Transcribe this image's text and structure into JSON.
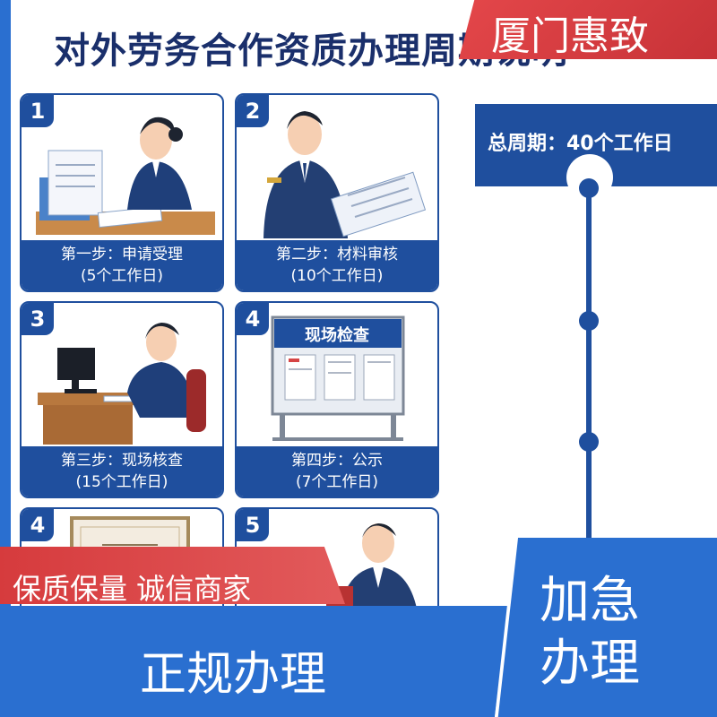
{
  "header": {
    "title": "对外劳务合作资质办理周期说明",
    "brand": "厦门惠致"
  },
  "steps": [
    {
      "number": "1",
      "label": "第一步：申请受理",
      "duration": "(5个工作日)"
    },
    {
      "number": "2",
      "label": "第二步：材料审核",
      "duration": "(10个工作日)"
    },
    {
      "number": "3",
      "label": "第三步：现场核查",
      "duration": "(15个工作日)"
    },
    {
      "number": "4",
      "label": "第四步：公示",
      "duration": "(7个工作日)",
      "board_title": "现场检查"
    },
    {
      "number": "4"
    },
    {
      "number": "5"
    }
  ],
  "timeline": {
    "total": "总周期：40个工作日"
  },
  "badges": {
    "quality": "保质保量 诚信商家",
    "formal": "正规办理",
    "urgent_line1": "加急",
    "urgent_line2": "办理"
  },
  "colors": {
    "primary": "#1f4f9e",
    "accent_blue": "#2a6fd0",
    "accent_red": "#d63b3d"
  }
}
